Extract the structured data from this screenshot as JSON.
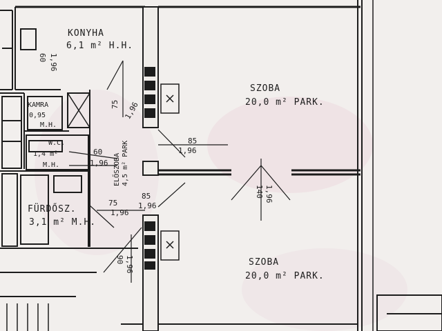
{
  "colors": {
    "paper": "#f2efed",
    "ink": "#1c1c1c",
    "pink_tint": "#ecd9df",
    "wall_fill": "#efece9"
  },
  "rooms": {
    "konyha": {
      "name": "KONYHA",
      "area": "6,1 m² H.H."
    },
    "kamra": {
      "name": "KAMRA",
      "area": "0,95",
      "floor": "M.H."
    },
    "wc": {
      "name": "W.C.",
      "area": "1,4 m²",
      "floor": "M.H."
    },
    "eloszoba": {
      "name": "ELŐSZOBA",
      "area": "4,5 m² PARK"
    },
    "furdoszoba": {
      "name": "FÜRDŐSZ.",
      "area": "3,1 m² M.H."
    },
    "szoba_top": {
      "name": "SZOBA",
      "area": "20,0 m² PARK."
    },
    "szoba_bottom": {
      "name": "SZOBA",
      "area": "20,0 m² PARK."
    }
  },
  "dimensions": {
    "kitchen_door": {
      "w": "60",
      "h": "1,96"
    },
    "hall_door": {
      "w": "75",
      "h": "1,96"
    },
    "wc_door": {
      "w": "60",
      "h": "1,96"
    },
    "room_top_door": {
      "w": "85",
      "h": "1,96"
    },
    "room_bottom_door": {
      "w": "85",
      "h": "1,96"
    },
    "bath_door": {
      "w": "75",
      "h": "1,96"
    },
    "double_door": {
      "w": "140",
      "h": "1,96"
    },
    "lower_door": {
      "w": "90",
      "h": "1,96"
    }
  },
  "icons": [
    "chimney-x-icon-top",
    "chimney-x-icon-bottom"
  ]
}
